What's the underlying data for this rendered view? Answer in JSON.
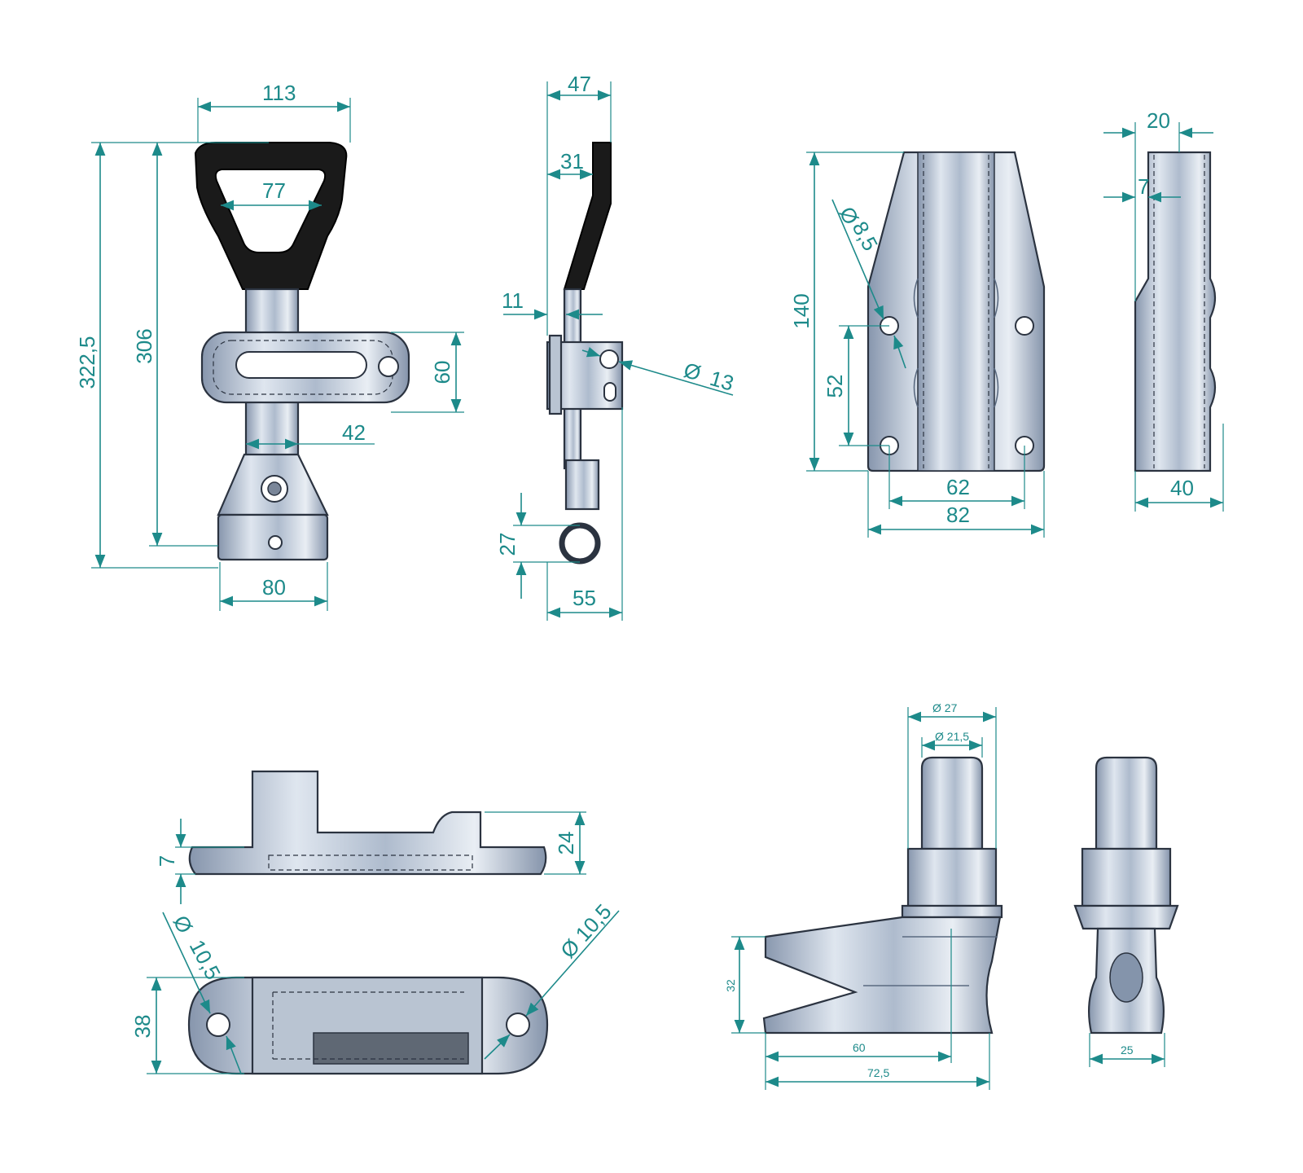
{
  "drawing": {
    "colors": {
      "dimension": "#1d8a8a",
      "outline": "#2b3340",
      "handle": "#1a1a1a"
    },
    "view_top_left_front": {
      "dims": {
        "width_113": "113",
        "handle_inner_77": "77",
        "height_322_5": "322,5",
        "height_306": "306",
        "plate_60": "60",
        "strap_42": "42",
        "base_80": "80"
      }
    },
    "view_top_left_side": {
      "dims": {
        "width_47": "47",
        "offset_31": "31",
        "thickness_11": "11",
        "hole_phi": "Ø",
        "hole_13": "13",
        "ring_27": "27",
        "depth_55": "55"
      }
    },
    "view_top_right_front": {
      "dims": {
        "height_140": "140",
        "hole_phi": "Ø",
        "hole_8_5": "8,5",
        "spacing_52": "52",
        "spacing_62": "62",
        "width_82": "82"
      }
    },
    "view_top_right_side": {
      "dims": {
        "width_20": "20",
        "offset_7": "7",
        "depth_40": "40"
      }
    },
    "view_bottom_left": {
      "dims": {
        "base_7": "7",
        "height_24": "24",
        "hole_left_phi": "Ø",
        "hole_left_10_5": "10,5",
        "hole_right": "Ø 10,5",
        "width_38": "38"
      }
    },
    "view_bottom_right": {
      "dims": {
        "dia_27": "Ø 27",
        "dia_21_5": "Ø 21,5",
        "height_32": "32",
        "length_60": "60",
        "length_72_5": "72,5",
        "width_25": "25"
      }
    }
  }
}
